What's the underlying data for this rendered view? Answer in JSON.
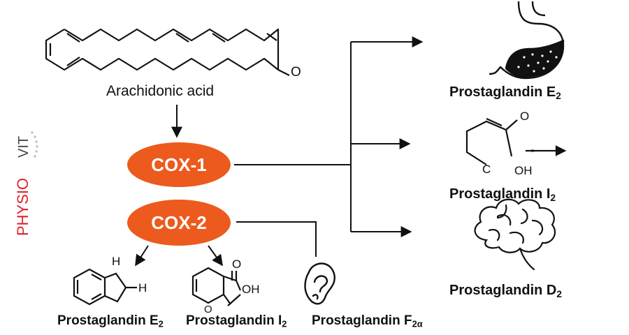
{
  "substrate": {
    "label": "Arachidonic acid",
    "atom_o": "O"
  },
  "enzymes": [
    {
      "label": "COX-1",
      "color": "#ec5a1d"
    },
    {
      "label": "COX-2",
      "color": "#ec5a1d"
    }
  ],
  "right_products": [
    {
      "name": "Prostaglandin E",
      "sub": "2",
      "icon": "stomach-icon"
    },
    {
      "name": "Prostaglandin I",
      "sub": "2",
      "icon": "cyclohexenone-structure-icon",
      "atoms": [
        "O",
        "C",
        "OH"
      ]
    },
    {
      "name": "Prostaglandin D",
      "sub": "2",
      "icon": "brain-icon"
    }
  ],
  "bottom_products": [
    {
      "name": "Prostaglandin E",
      "sub": "2",
      "icon": "indane-structure-icon",
      "atoms": [
        "H",
        "H"
      ]
    },
    {
      "name": "Prostaglandin I",
      "sub": "2",
      "icon": "pyranone-structure-icon",
      "atoms": [
        "O",
        "OH",
        "O"
      ]
    },
    {
      "name": "Prostaglandin F",
      "sub": "2α",
      "icon": "ear-icon"
    }
  ],
  "brand": {
    "text": "PHYSIOVIT",
    "part1": "PHYSIO",
    "part2": "VIT",
    "color": "#e0202a"
  }
}
